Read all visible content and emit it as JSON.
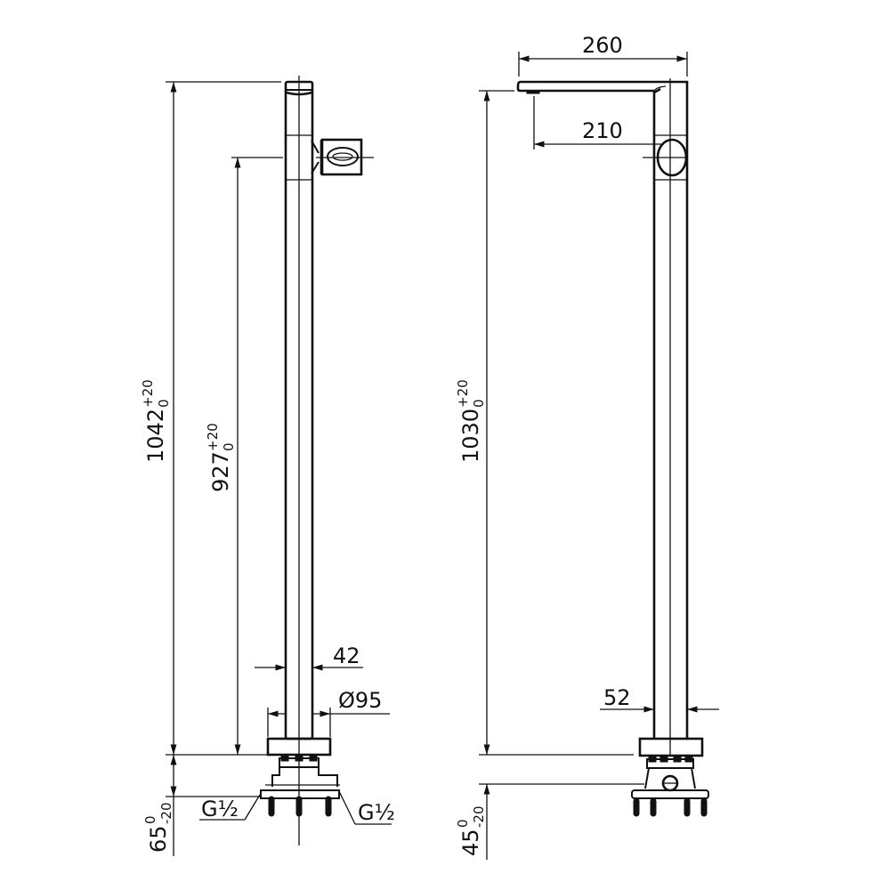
{
  "drawing": {
    "type": "technical-dimension-drawing",
    "subject": "floor-standing tap",
    "stroke_color": "#111111",
    "background": "#ffffff"
  },
  "left_view": {
    "total_height": {
      "value": "1042",
      "tol_upper": "+20",
      "tol_lower": "0"
    },
    "outlet_height": {
      "value": "927",
      "tol_upper": "+20",
      "tol_lower": "0"
    },
    "body_width": "42",
    "base_diameter": "Ø95",
    "base_depth": {
      "value": "65",
      "tol_upper": "0",
      "tol_lower": "-20"
    },
    "connection_left": "G½",
    "connection_right": "G½"
  },
  "right_view": {
    "spout_length": "260",
    "spout_reach": "210",
    "total_height": {
      "value": "1030",
      "tol_upper": "+20",
      "tol_lower": "0"
    },
    "body_width": "52",
    "base_depth": {
      "value": "45",
      "tol_upper": "0",
      "tol_lower": "-20"
    }
  }
}
